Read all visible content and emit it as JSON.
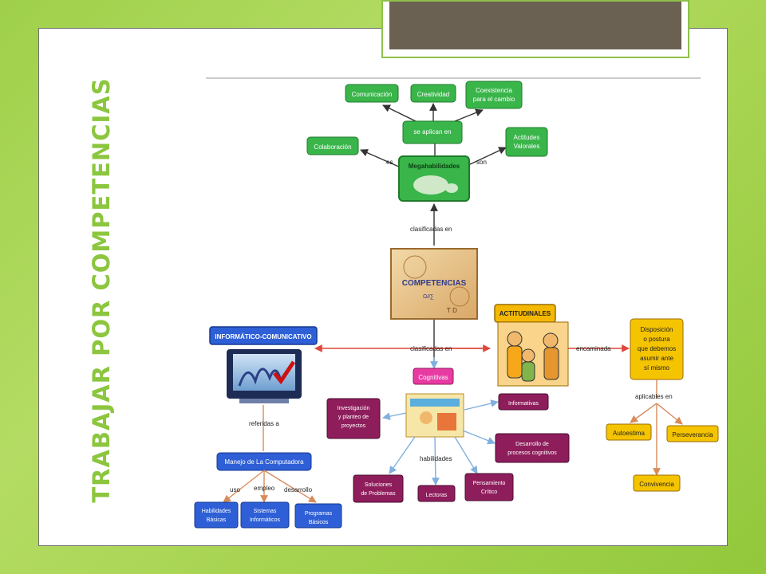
{
  "slide": {
    "title": "TRABAJAR POR COMPETENCIAS"
  },
  "colors": {
    "background": "#a8d452",
    "title_text": "#8cc63f",
    "header_box": "#6b6153",
    "node_green": "#39b54a",
    "node_blue": "#2e5fd6",
    "node_orange": "#f5b800",
    "node_magenta": "#8e1d5c",
    "node_pink": "#e83aa3"
  },
  "concept_map": {
    "top": {
      "center": "Megahabilidades",
      "connector_top": "se aplican en",
      "items": [
        "Comunicación",
        "Creatividad",
        "Coexistencia para el cambio",
        "Colaboración",
        "Actitudes Valorales"
      ],
      "edge_left": "es",
      "edge_right": "son"
    },
    "link_up": "clasificadas en",
    "center": "COMPETENCIAS",
    "link_mid": "clasificadas en",
    "left": {
      "title": "INFORMÁTICO-COMUNICATIVO",
      "link": "referidas a",
      "child": "Manejo de La Computadora",
      "edges": [
        "uso",
        "empleo",
        "desarrollo"
      ],
      "leaves": [
        "Habilidades Básicas",
        "Sistemas Informáticos",
        "Programas Básicos"
      ]
    },
    "right": {
      "title": "ACTITUDINALES",
      "link": "encaminada",
      "target": "Disposición o postura que debemos asumir ante sí mismo",
      "sub_link": "aplicables en",
      "leaves": [
        "Autoestima",
        "Perseverancia",
        "Convivencia"
      ]
    },
    "cognitive": {
      "title": "Cognitivas",
      "link": "habilidades",
      "leaves": [
        "Investigación y planteo de proyectos",
        "Informativas",
        "Desarrollo de procesos cognitivos",
        "Soluciones de Problemas",
        "Lectoras",
        "Pensamiento Crítico"
      ]
    }
  }
}
